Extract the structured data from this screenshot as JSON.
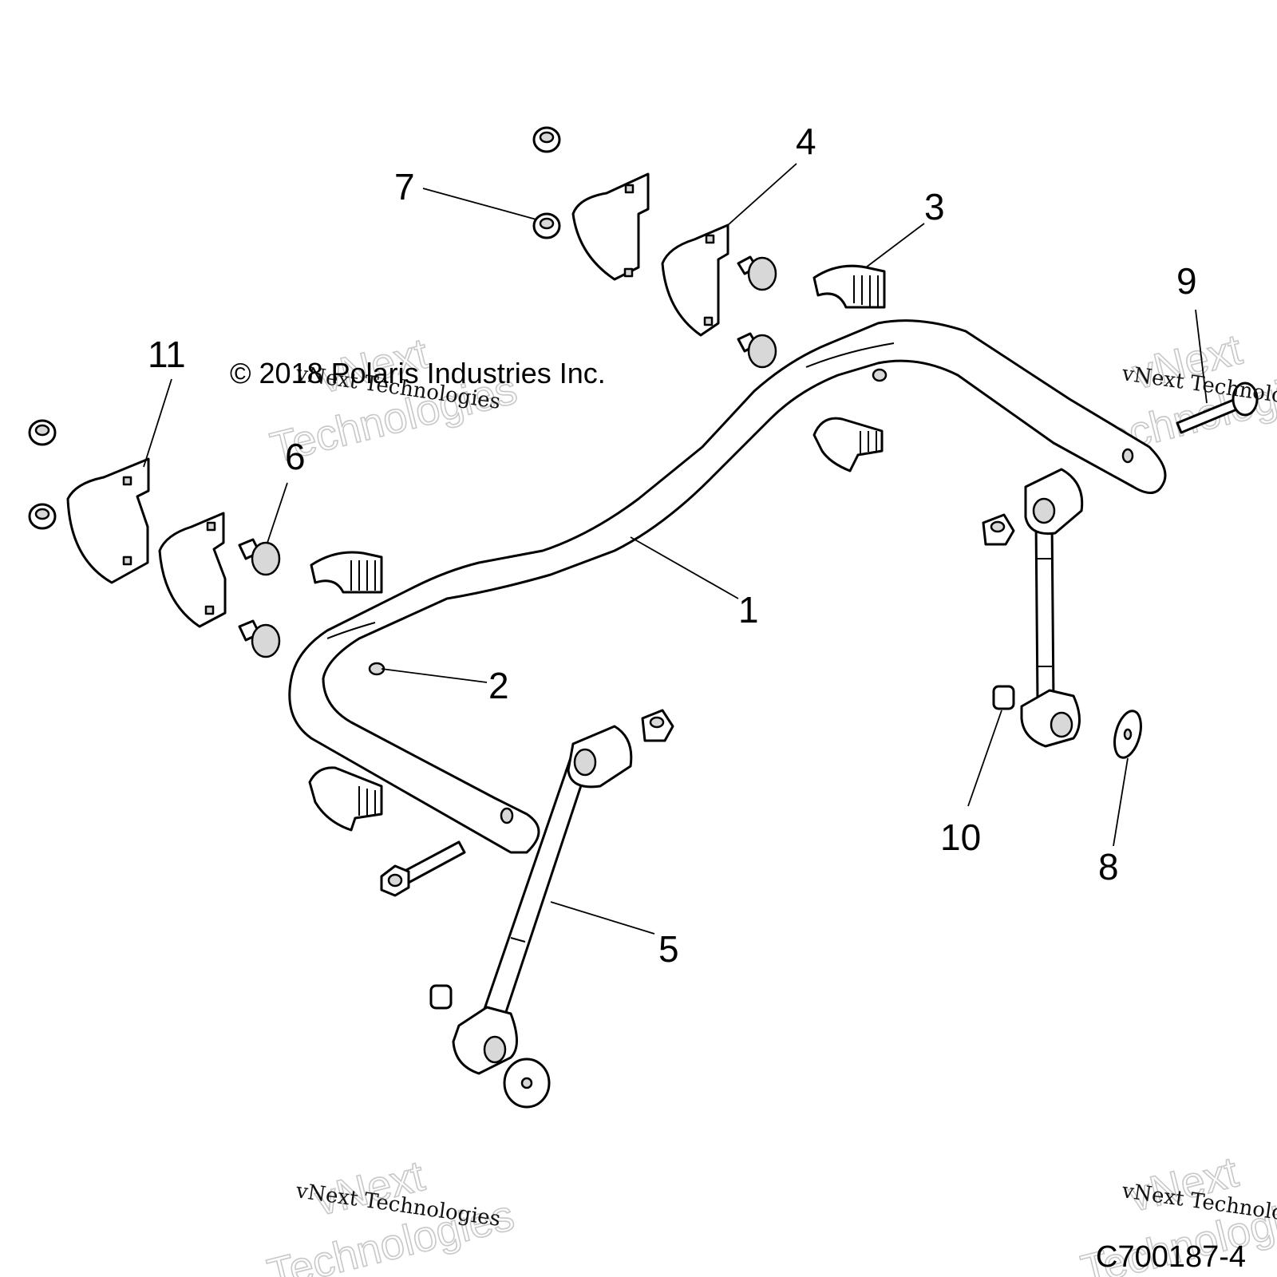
{
  "copyright": "© 2018 Polaris Industries Inc.",
  "figure_id": "C700187-4",
  "watermark": {
    "line1": "vNext Technologies",
    "big1": "vNext",
    "big2": "Technologies"
  },
  "callouts": [
    "1",
    "2",
    "3",
    "4",
    "5",
    "6",
    "7",
    "8",
    "9",
    "10",
    "11"
  ]
}
